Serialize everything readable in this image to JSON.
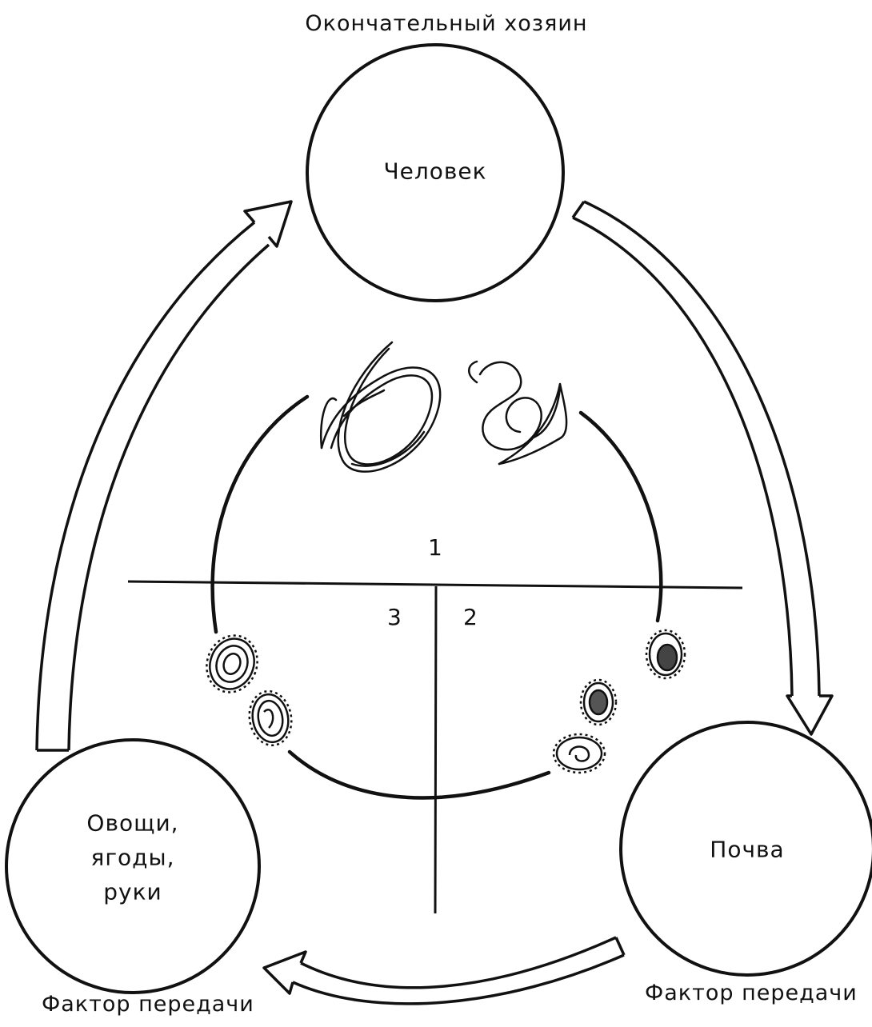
{
  "top_caption": "Окончательный хозяин",
  "nodes": {
    "human": "Человек",
    "soil": "Почва",
    "vegetables_line1": "Овощи,",
    "vegetables_line2": "ягоды,",
    "vegetables_line3": "руки"
  },
  "bottom_left_caption": "Фактор передачи",
  "bottom_right_caption": "Фактор передачи",
  "stage_numbers": {
    "one": "1",
    "two": "2",
    "three": "3"
  }
}
